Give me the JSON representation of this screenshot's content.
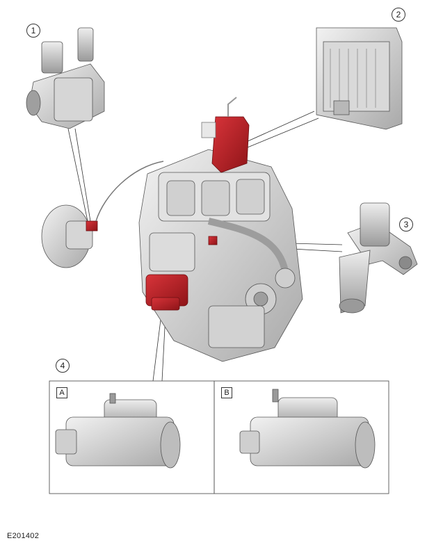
{
  "callouts": {
    "c1": "1",
    "c2": "2",
    "c3": "3",
    "c4": "4"
  },
  "panels": {
    "a": "A",
    "b": "B"
  },
  "figure_id": "E201402",
  "colors": {
    "highlight": "#b01e24",
    "part_light": "#e6e6e6",
    "part_mid": "#c8c8c8",
    "part_dark": "#8f8f8f",
    "line": "#333333"
  }
}
